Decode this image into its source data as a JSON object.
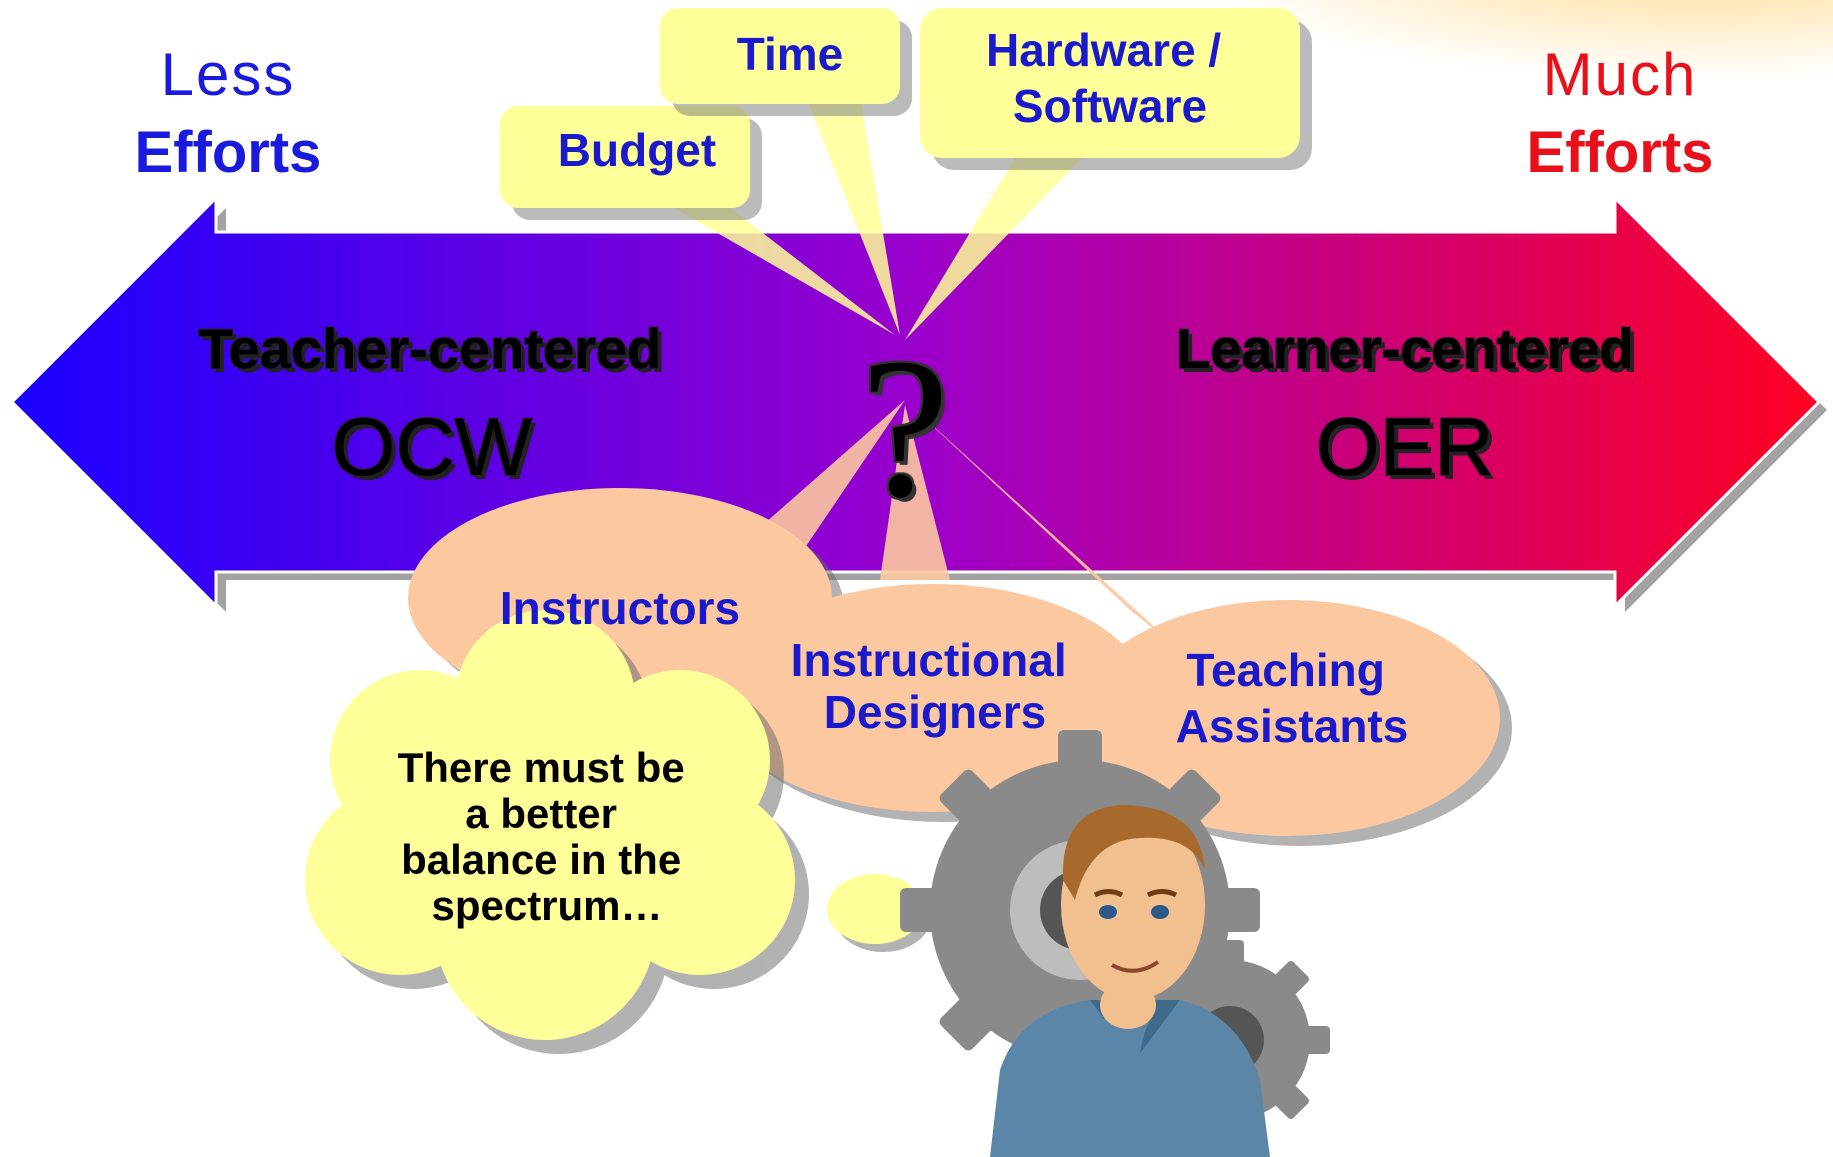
{
  "efforts": {
    "left": {
      "qualifier": "Less",
      "word": "Efforts",
      "color": "#1a1add"
    },
    "right": {
      "qualifier": "Much",
      "word": "Efforts",
      "color": "#e8101a"
    }
  },
  "spectrum": {
    "left": {
      "title": "Teacher-centered",
      "acronym": "OCW"
    },
    "right": {
      "title": "Learner-centered",
      "acronym": "OER"
    },
    "gradient": {
      "start": "#1a00ff",
      "middle": "#9a00cc",
      "end": "#ff0022"
    },
    "center_symbol": "?"
  },
  "factors": [
    {
      "label": "Budget"
    },
    {
      "label": "Time"
    },
    {
      "label": "Hardware /\nSoftware"
    }
  ],
  "roles": [
    {
      "label": "Instructors"
    },
    {
      "label": "Instructional\nDesigners"
    },
    {
      "label": "Teaching\nAssistants"
    }
  ],
  "thought": {
    "text": "There must be\na better\nbalance in the\nspectrum…"
  },
  "colors": {
    "callout_fill": "#ffff99",
    "bubble_fill": "#fcc8a0",
    "label_blue": "#1a1acc"
  },
  "icons": {
    "figure": "thinking-man-icon",
    "gears": "gears-icon"
  }
}
